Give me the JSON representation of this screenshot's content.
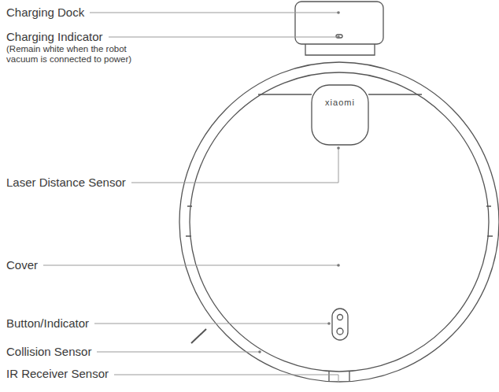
{
  "diagram": {
    "labels": [
      "Charging Dock",
      "Charging Indicator",
      "(Remain white when the robot vacuum is connected to power)",
      "Laser Distance Sensor",
      "xiaomi",
      "Cover",
      "Button/Indicator",
      "Collision Sensor",
      "IR Receiver Sensor"
    ]
  }
}
